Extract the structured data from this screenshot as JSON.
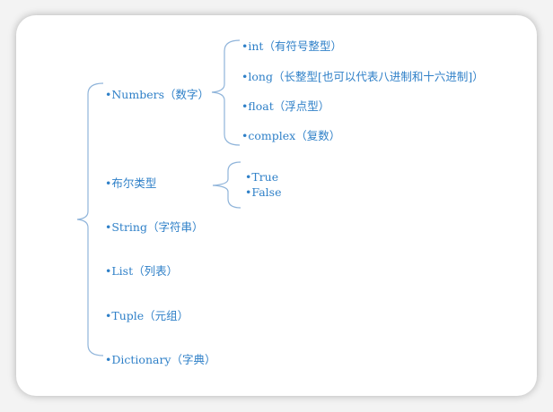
{
  "root": {
    "items": [
      {
        "label": "•Numbers（数字）",
        "children": [
          {
            "label": "•int（有符号整型）"
          },
          {
            "label": "•long（长整型[也可以代表八进制和十六进制]）"
          },
          {
            "label": "•float（浮点型）"
          },
          {
            "label": "•complex（复数）"
          }
        ]
      },
      {
        "label": "•布尔类型",
        "children": [
          {
            "label": "•True"
          },
          {
            "label": "•False"
          }
        ]
      },
      {
        "label": "•String（字符串）"
      },
      {
        "label": "•List（列表）"
      },
      {
        "label": "•Tuple（元组）"
      },
      {
        "label": "•Dictionary（字典）"
      }
    ]
  },
  "colors": {
    "text": "#2f80c8",
    "line": "#8fb4da"
  }
}
